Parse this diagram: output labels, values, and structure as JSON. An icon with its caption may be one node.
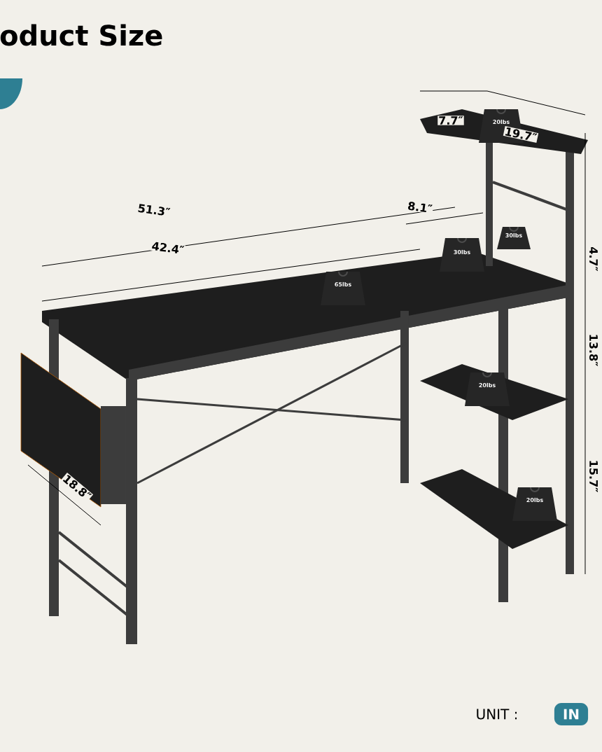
{
  "diagram": {
    "title": "oduct Size",
    "labels": [
      "7.7″",
      "19.7″",
      "20lbs",
      "51.3″",
      "42.4″",
      "8.1″",
      "30lbs",
      "30lbs",
      "4.7″",
      "65lbs",
      "13.8″",
      "18.8″",
      "20lbs",
      "15.7″",
      "20lbs",
      "UNIT :",
      "IN"
    ]
  }
}
